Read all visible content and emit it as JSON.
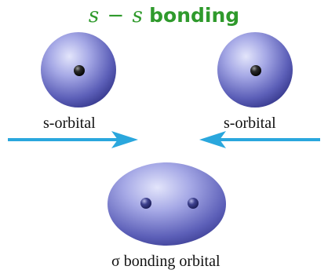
{
  "title": {
    "math_left": "s",
    "operator": "−",
    "math_right": "s",
    "word": "bonding"
  },
  "labels": {
    "left_orbital": "s-orbital",
    "right_orbital": "s-orbital",
    "bottom_orbital": "σ bonding orbital"
  },
  "colors": {
    "title": "#2f9a2c",
    "arrow": "#2aa7dd",
    "orbital_light": "#d9dcf7",
    "orbital_mid": "#7b7ed1",
    "orbital_dark": "#3a3c93",
    "nucleus": "#1a1a1a"
  }
}
